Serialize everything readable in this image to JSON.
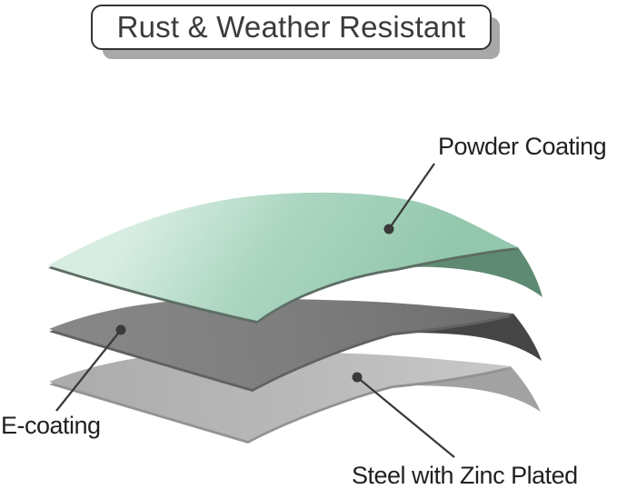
{
  "title_banner": {
    "text": "Rust & Weather Resistant"
  },
  "colors": {
    "background": "#ffffff",
    "banner_border": "#333333",
    "banner_shadow": "#a8a8a8",
    "banner_text": "#3b3b3b",
    "label_text": "#212121",
    "leader": "#3a3a3a"
  },
  "layers": [
    {
      "name": "powder-coating",
      "label": "Powder Coating",
      "face_gradient": {
        "from": "#d8ede2",
        "mid": "#abd6c1",
        "to": "#93c7ad"
      },
      "underside": "#5e8a74",
      "edge": "#5d6e65"
    },
    {
      "name": "e-coating",
      "label": "E-coating",
      "face_gradient": {
        "from": "#878787",
        "mid": "#7d7d7d",
        "to": "#6c6c6c"
      },
      "underside": "#454545",
      "edge": "#616161"
    },
    {
      "name": "steel-zinc-plated",
      "label": "Steel with Zinc Plated",
      "face_gradient": {
        "from": "#acacac",
        "mid": "#b9b9b9",
        "to": "#c9c9c9"
      },
      "underside": "#a2a2a2",
      "edge": "#939393"
    }
  ]
}
